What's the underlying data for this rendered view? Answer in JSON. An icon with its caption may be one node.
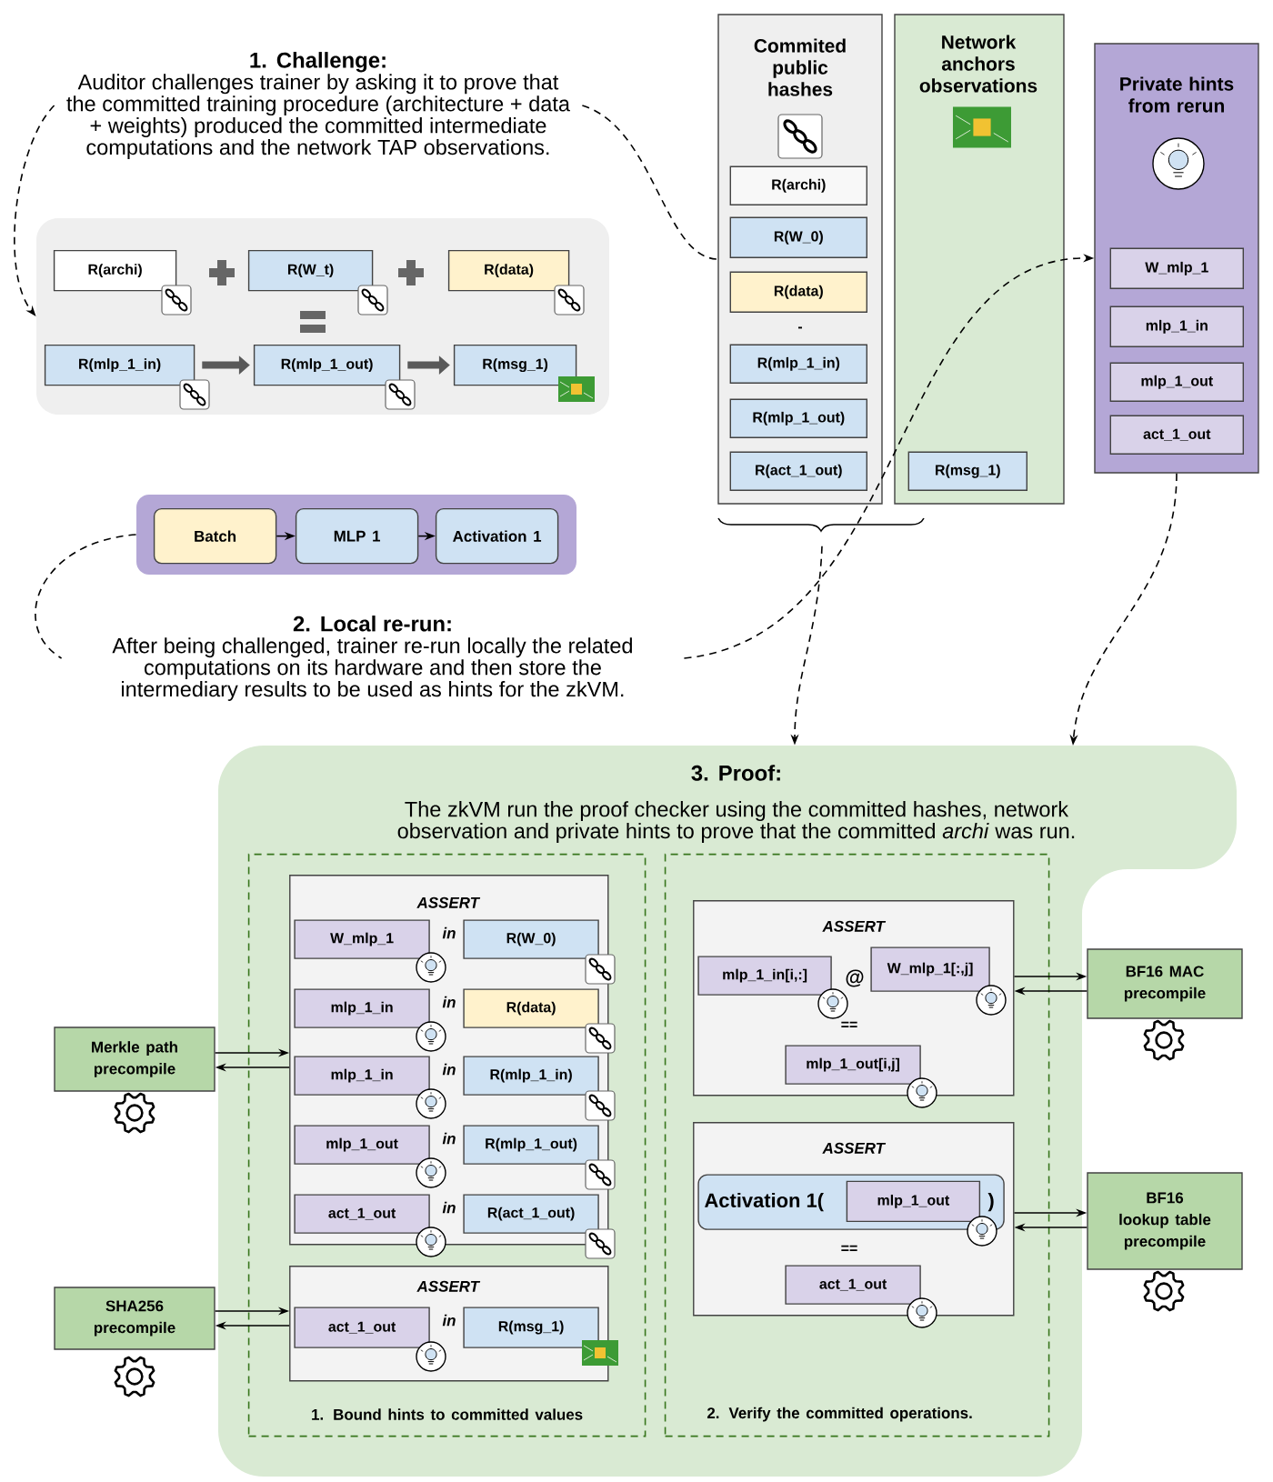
{
  "diagram": {
    "nodes": [
      {
        "text": [
          "1. Challenge:",
          "Auditor challenges trainer by asking it to prove that the committed training procedure (architecture + data + weights) produced the committed intermediate computations and the network TAP observations."
        ]
      },
      {
        "text": [],
        "shape": "box"
      },
      {
        "text": [
          "R(archi)"
        ],
        "in": 1
      },
      {
        "text": [
          "R(W_t)"
        ],
        "in": 1
      },
      {
        "text": [
          "R(data)"
        ],
        "in": 1
      },
      {
        "text": [
          "R(mlp_1_in)"
        ],
        "in": 1
      },
      {
        "text": [
          "R(mlp_1_out)"
        ],
        "in": 1
      },
      {
        "text": [
          "R(msg_1)"
        ],
        "in": 1
      },
      {
        "text": [
          "Commited public hashes"
        ]
      },
      {
        "text": [
          "R(archi)"
        ],
        "in": 8
      },
      {
        "text": [
          "R(W_0)"
        ],
        "in": 8
      },
      {
        "text": [
          "R(data)"
        ],
        "in": 8
      },
      {
        "text": [
          "R(mlp_1_in)"
        ],
        "in": 8
      },
      {
        "text": [
          "R(mlp_1_out)"
        ],
        "in": 8
      },
      {
        "text": [
          "R(act_1_out)"
        ],
        "in": 8
      },
      {
        "text": [
          "Network anchors observations"
        ]
      },
      {
        "text": [
          "R(msg_1)"
        ],
        "in": 15
      },
      {
        "text": [
          "Private hints from rerun"
        ]
      },
      {
        "text": [
          "W_mlp_1"
        ],
        "in": 17
      },
      {
        "text": [
          "mlp_1_in"
        ],
        "in": 17
      },
      {
        "text": [
          "mlp_1_out"
        ],
        "in": 17
      },
      {
        "text": [
          "act_1_out"
        ],
        "in": 17
      },
      {
        "text": [],
        "shape": "box"
      },
      {
        "text": [
          "Batch"
        ],
        "in": 22
      },
      {
        "text": [
          "MLP 1"
        ],
        "in": 22
      },
      {
        "text": [
          "Activation 1"
        ],
        "in": 22
      },
      {
        "text": [
          "2. Local re-run:",
          "After being challenged, trainer re-run locally the related computations on its hardware and then store the intermediary results to be used as hints for the zkVM."
        ]
      },
      {
        "text": [
          "3. Proof:",
          "The zkVM run the proof checker using the committed hashes, network observation and private hints to prove that the committed *archi* was run."
        ]
      },
      {
        "text": [
          "1. Bound hints to committed values"
        ],
        "in": 27
      },
      {
        "text": [
          "ASSERT"
        ],
        "in": 28
      },
      {
        "text": [
          "W_mlp_1"
        ],
        "in": 29
      },
      {
        "text": [
          "R(W_0)"
        ],
        "in": 29
      },
      {
        "text": [
          "mlp_1_in"
        ],
        "in": 29
      },
      {
        "text": [
          "R(data)"
        ],
        "in": 29
      },
      {
        "text": [
          "mlp_1_in"
        ],
        "in": 29
      },
      {
        "text": [
          "R(mlp_1_in)"
        ],
        "in": 29
      },
      {
        "text": [
          "mlp_1_out"
        ],
        "in": 29
      },
      {
        "text": [
          "R(mlp_1_out)"
        ],
        "in": 29
      },
      {
        "text": [
          "act_1_out"
        ],
        "in": 29
      },
      {
        "text": [
          "R(act_1_out)"
        ],
        "in": 29
      },
      {
        "text": [
          "ASSERT"
        ],
        "in": 28
      },
      {
        "text": [
          "act_1_out"
        ],
        "in": 40
      },
      {
        "text": [
          "R(msg_1)"
        ],
        "in": 40
      },
      {
        "text": [
          "2. Verify the committed operations."
        ],
        "in": 27
      },
      {
        "text": [
          "ASSERT"
        ],
        "in": 43
      },
      {
        "text": [
          "mlp_1_in[i,:]"
        ],
        "in": 44
      },
      {
        "text": [
          "W_mlp_1[:,j]"
        ],
        "in": 44
      },
      {
        "text": [
          "mlp_1_out[i,j]"
        ],
        "in": 44
      },
      {
        "text": [
          "ASSERT"
        ],
        "in": 43
      },
      {
        "text": [
          "Activation 1(",
          ")"
        ],
        "in": 48
      },
      {
        "text": [
          "mlp_1_out"
        ],
        "in": 49
      },
      {
        "text": [
          "act_1_out"
        ],
        "in": 48
      },
      {
        "text": [
          "Merkle path precompile"
        ]
      },
      {
        "text": [
          "SHA256 precompile"
        ]
      },
      {
        "text": [
          "BF16 MAC precompile"
        ]
      },
      {
        "text": [
          "BF16 lookup table precompile"
        ]
      }
    ],
    "edges": [
      {
        "from": 0,
        "to": 1,
        "arrow": "to",
        "style": "dashed"
      },
      {
        "from": 0,
        "to": 8,
        "arrow": "none",
        "style": "dashed"
      },
      {
        "from": 5,
        "to": 6,
        "arrow": "to",
        "style": "thick",
        "color": "#595959"
      },
      {
        "from": 6,
        "to": 7,
        "arrow": "to",
        "style": "thick",
        "color": "#595959"
      },
      {
        "from": 23,
        "to": 24,
        "arrow": "to"
      },
      {
        "from": 24,
        "to": 25,
        "arrow": "to"
      },
      {
        "from": 22,
        "to": 26,
        "arrow": "none",
        "style": "dashed"
      },
      {
        "from": 26,
        "to": 17,
        "arrow": "to",
        "style": "dashed"
      },
      {
        "from": 8,
        "to": 27,
        "arrow": "to",
        "style": "dashed"
      },
      {
        "from": 17,
        "to": 27,
        "arrow": "to",
        "style": "dashed"
      },
      {
        "from": 52,
        "to": 29,
        "arrow": "to"
      },
      {
        "from": 29,
        "to": 52,
        "arrow": "to"
      },
      {
        "from": 53,
        "to": 40,
        "arrow": "to"
      },
      {
        "from": 40,
        "to": 53,
        "arrow": "to"
      },
      {
        "from": 44,
        "to": 54,
        "arrow": "to"
      },
      {
        "from": 54,
        "to": 44,
        "arrow": "to"
      },
      {
        "from": 48,
        "to": 55,
        "arrow": "to"
      },
      {
        "from": 55,
        "to": 48,
        "arrow": "to"
      }
    ],
    "labels": [
      "-",
      "in",
      "in",
      "in",
      "in",
      "in",
      "in",
      "@",
      "==",
      "=="
    ]
  }
}
